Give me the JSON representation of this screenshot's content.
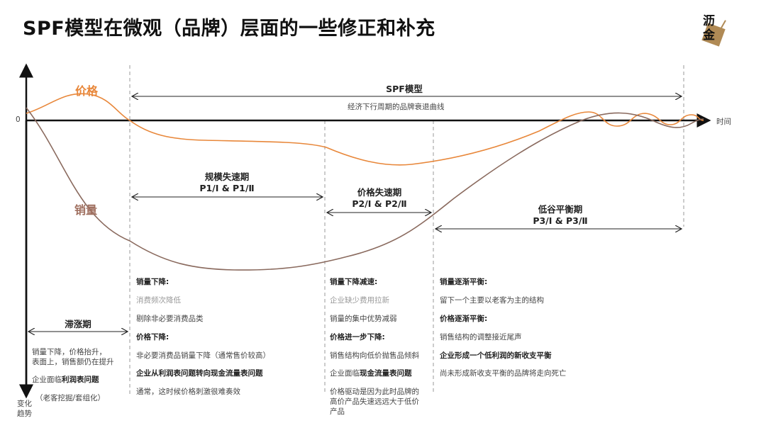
{
  "title": "SPF模型在微观（品牌）层面的一些修正和补充",
  "logo": {
    "text": "沥金"
  },
  "colors": {
    "price": "#e8873a",
    "sales": "#a07060",
    "axis": "#111111",
    "logo_bg": "#b08a55"
  },
  "axis": {
    "zero": "0",
    "x_label": "时间",
    "y_label_1": "变化",
    "y_label_2": "趋势"
  },
  "series": {
    "price": "价格",
    "sales": "销量"
  },
  "spf": {
    "title": "SPF模型",
    "subtitle": "经济下行周期的品牌衰退曲线"
  },
  "periods": [
    {
      "name": "滞涨期",
      "code": ""
    },
    {
      "name": "规模失速期",
      "code": "P1/Ⅰ & P1/Ⅱ"
    },
    {
      "name": "价格失速期",
      "code": "P2/Ⅰ & P2/Ⅱ"
    },
    {
      "name": "低谷平衡期",
      "code": "P3/Ⅰ & P3/Ⅱ"
    }
  ],
  "notes": {
    "stagflation": {
      "l1": "销量下降，价格抬升，",
      "l2": "表面上，销售额仍在提升",
      "l3a": "企业面临",
      "l3b": "利润表问题",
      "l4": "（老客挖掘/套组化）"
    },
    "p1": [
      "销量下降:",
      "消费频次降低",
      "剔除非必要消费品类",
      "价格下降:",
      "非必要消费品销量下降（通常售价较高）",
      "企业从利润表问题转向现金流量表问题",
      "通常，这时候价格刺激很难奏效"
    ],
    "p2": {
      "items": [
        "销量下降减速:",
        "企业缺少费用拉新",
        "销量的集中优势减弱",
        "价格进一步下降:",
        "销售结构向低价抛售品倾斜"
      ],
      "l6a": "企业面临",
      "l6b": "现金流量表问题",
      "l7": "价格驱动是因为此时品牌的",
      "l8": "高价产品失速远远大于低价",
      "l9": "产品"
    },
    "p3": [
      "销量逐渐平衡:",
      "留下一个主要以老客为主的结构",
      "价格逐渐平衡:",
      "销售结构的调整接近尾声",
      "企业形成一个低利润的新收支平衡",
      "尚未形成新收支平衡的品牌将走向死亡"
    ]
  }
}
